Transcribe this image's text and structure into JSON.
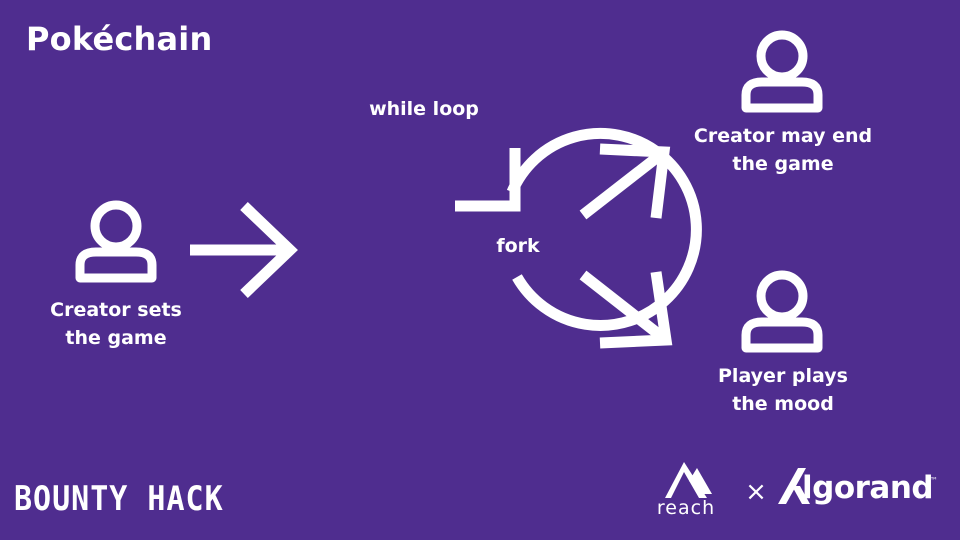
{
  "title": "Pokéchain",
  "nodes": {
    "creator_sets": [
      "Creator sets",
      "the game"
    ],
    "creator_end": [
      "Creator may end",
      "the game"
    ],
    "player_plays": [
      "Player plays",
      "the mood"
    ]
  },
  "loop_label": "while loop",
  "fork_label": "fork",
  "footer": {
    "bounty_hack": "BOUNTY HACK",
    "reach": "reach",
    "times": "×",
    "algorand": "lgorand",
    "trademark": "™"
  },
  "colors": {
    "background": "#4f2d8f",
    "foreground": "#ffffff"
  },
  "icons": [
    "user-icon",
    "arrow-right-icon",
    "loop-arrow-icon",
    "arrow-up-right-icon",
    "arrow-down-right-icon",
    "reach-logo-icon",
    "algorand-logo-icon"
  ]
}
